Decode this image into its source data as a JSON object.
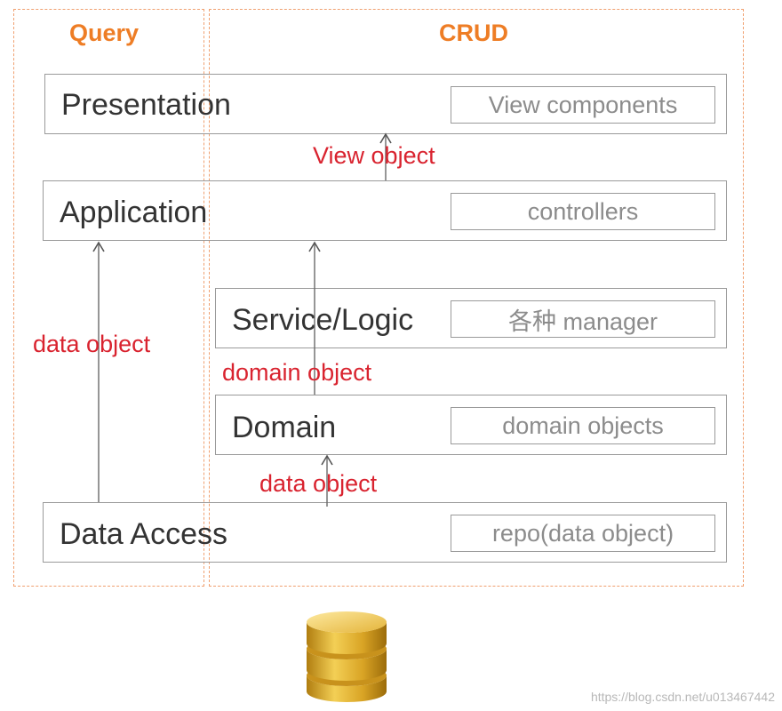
{
  "zones": {
    "query": {
      "title": "Query"
    },
    "crud": {
      "title": "CRUD"
    }
  },
  "layers": {
    "presentation": {
      "name": "Presentation",
      "component": "View components"
    },
    "application": {
      "name": "Application",
      "component": "controllers"
    },
    "service": {
      "name": "Service/Logic",
      "component": "各种 manager"
    },
    "domain": {
      "name": "Domain",
      "component": "domain objects"
    },
    "data_access": {
      "name": "Data Access",
      "component": "repo(data object)"
    }
  },
  "flows": {
    "view_object": "View object",
    "domain_object": "domain object",
    "data_object_crud": "data object",
    "data_object_query": "data object"
  },
  "database_icon": "database-icon",
  "colors": {
    "zone_border": "#f0a070",
    "zone_title": "#ee7d25",
    "flow_label": "#d9232f",
    "database_gold": "#d9a425"
  },
  "watermark": "https://blog.csdn.net/u013467442"
}
